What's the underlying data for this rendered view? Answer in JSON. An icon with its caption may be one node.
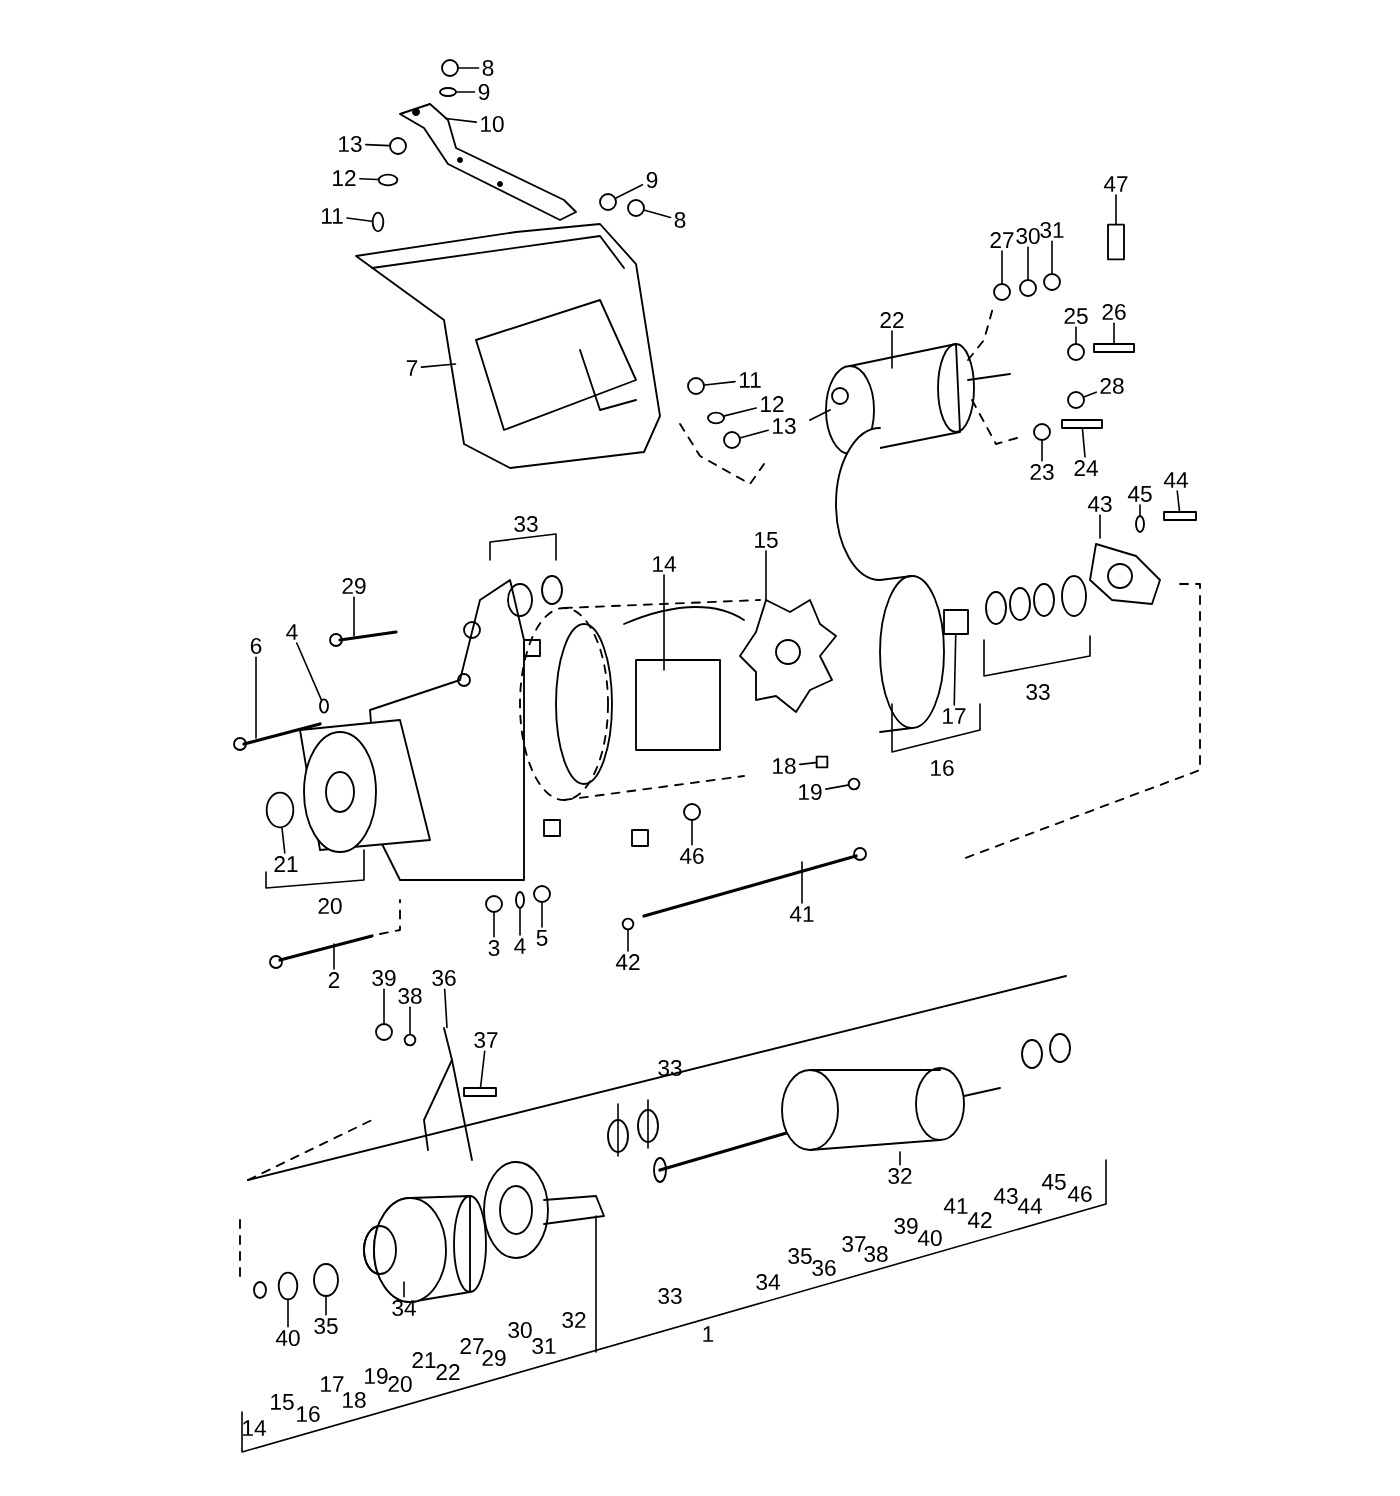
{
  "diagram": {
    "nodes": [
      {
        "text": [
          "8"
        ]
      },
      {
        "text": [
          "9"
        ]
      },
      {
        "text": [
          "10"
        ]
      },
      {
        "text": [
          "13"
        ]
      },
      {
        "text": [
          "12"
        ]
      },
      {
        "text": [
          "11"
        ]
      },
      {
        "text": [
          "9"
        ]
      },
      {
        "text": [
          "8"
        ]
      },
      {
        "text": [
          "7"
        ]
      },
      {
        "text": [
          "11"
        ]
      },
      {
        "text": [
          "12"
        ]
      },
      {
        "text": [
          "13"
        ]
      },
      {
        "text": [
          "22"
        ]
      },
      {
        "text": [
          "27"
        ]
      },
      {
        "text": [
          "30"
        ]
      },
      {
        "text": [
          "31"
        ]
      },
      {
        "text": [
          "47"
        ]
      },
      {
        "text": [
          "25"
        ]
      },
      {
        "text": [
          "26"
        ]
      },
      {
        "text": [
          "28"
        ]
      },
      {
        "text": [
          "23"
        ]
      },
      {
        "text": [
          "24"
        ]
      },
      {
        "text": [
          "43"
        ]
      },
      {
        "text": [
          "45"
        ]
      },
      {
        "text": [
          "44"
        ]
      },
      {
        "text": [
          "29"
        ]
      },
      {
        "text": [
          "6"
        ]
      },
      {
        "text": [
          "4"
        ]
      },
      {
        "text": [
          "14"
        ]
      },
      {
        "text": [
          "15"
        ]
      },
      {
        "text": [
          "18"
        ]
      },
      {
        "text": [
          "19"
        ]
      },
      {
        "text": [
          "46"
        ]
      },
      {
        "text": [
          "41"
        ]
      },
      {
        "text": [
          "42"
        ]
      },
      {
        "text": [
          "2"
        ]
      },
      {
        "text": [
          "3"
        ]
      },
      {
        "text": [
          "4"
        ]
      },
      {
        "text": [
          "5"
        ]
      },
      {
        "text": [
          "21"
        ]
      },
      {
        "text": [
          "17"
        ]
      },
      {
        "text": [
          "39"
        ]
      },
      {
        "text": [
          "38"
        ]
      },
      {
        "text": [
          "36"
        ]
      },
      {
        "text": [
          "37"
        ]
      },
      {
        "text": [
          "40"
        ]
      },
      {
        "text": [
          "35"
        ]
      },
      {
        "text": [
          "34"
        ]
      },
      {
        "text": [
          "32"
        ]
      },
      {
        "text": [],
        "shape": "circle"
      },
      {
        "text": [],
        "shape": "circle"
      },
      {
        "text": [],
        "shape": "circle"
      },
      {
        "text": [],
        "shape": "circle"
      },
      {
        "text": [],
        "shape": "circle"
      },
      {
        "text": [],
        "shape": "circle"
      },
      {
        "text": [],
        "shape": "circle"
      },
      {
        "text": [],
        "shape": "circle"
      },
      {
        "text": [],
        "shape": "circle"
      },
      {
        "text": [],
        "shape": "circle"
      },
      {
        "text": [],
        "shape": "circle"
      },
      {
        "text": [],
        "shape": "circle"
      },
      {
        "text": [],
        "shape": "circle"
      },
      {
        "text": [],
        "shape": "box"
      },
      {
        "text": [],
        "shape": "circle"
      },
      {
        "text": [],
        "shape": "box"
      },
      {
        "text": [],
        "shape": "circle"
      },
      {
        "text": [],
        "shape": "circle"
      },
      {
        "text": [],
        "shape": "box"
      },
      {
        "text": [],
        "shape": "circle"
      },
      {
        "text": [],
        "shape": "box"
      },
      {
        "text": [],
        "shape": "circle"
      },
      {
        "text": [],
        "shape": "box"
      },
      {
        "text": [],
        "shape": "circle"
      },
      {
        "text": [],
        "shape": "circle"
      },
      {
        "text": [],
        "shape": "circle"
      },
      {
        "text": [],
        "shape": "circle"
      },
      {
        "text": [],
        "shape": "circle"
      },
      {
        "text": [],
        "shape": "circle"
      },
      {
        "text": [],
        "shape": "circle"
      },
      {
        "text": [],
        "shape": "box"
      },
      {
        "text": [],
        "shape": "circle"
      },
      {
        "text": [],
        "shape": "circle"
      },
      {
        "text": [],
        "shape": "box"
      },
      {
        "text": [],
        "shape": "circle"
      },
      {
        "text": [],
        "shape": "circle"
      },
      {
        "text": [],
        "shape": "picture"
      },
      {
        "text": [],
        "shape": "picture"
      },
      {
        "text": [],
        "shape": "picture"
      }
    ],
    "edges": [
      {
        "from": 0,
        "to": 49,
        "arrow": "none"
      },
      {
        "from": 1,
        "to": 50,
        "arrow": "none"
      },
      {
        "from": 2,
        "to": 85,
        "arrow": "none"
      },
      {
        "from": 3,
        "to": 51,
        "arrow": "none"
      },
      {
        "from": 4,
        "to": 52,
        "arrow": "none"
      },
      {
        "from": 5,
        "to": 53,
        "arrow": "none"
      },
      {
        "from": 6,
        "to": 54,
        "arrow": "none"
      },
      {
        "from": 7,
        "to": 55,
        "arrow": "none"
      },
      {
        "from": 8,
        "to": 86,
        "arrow": "none"
      },
      {
        "from": 9,
        "to": 56,
        "arrow": "none"
      },
      {
        "from": 10,
        "to": 57,
        "arrow": "none"
      },
      {
        "from": 11,
        "to": 58,
        "arrow": "none"
      },
      {
        "from": 12,
        "to": null,
        "arrow": "none"
      },
      {
        "from": 13,
        "to": 59,
        "arrow": "none"
      },
      {
        "from": 14,
        "to": 60,
        "arrow": "none"
      },
      {
        "from": 15,
        "to": 61,
        "arrow": "none"
      },
      {
        "from": 16,
        "to": 62,
        "arrow": "none"
      },
      {
        "from": 17,
        "to": 63,
        "arrow": "none"
      },
      {
        "from": 18,
        "to": 64,
        "arrow": "none"
      },
      {
        "from": 19,
        "to": 65,
        "arrow": "none"
      },
      {
        "from": 20,
        "to": 66,
        "arrow": "none"
      },
      {
        "from": 21,
        "to": 67,
        "arrow": "none"
      },
      {
        "from": 22,
        "to": null,
        "arrow": "none"
      },
      {
        "from": 23,
        "to": 68,
        "arrow": "none"
      },
      {
        "from": 24,
        "to": 69,
        "arrow": "none"
      },
      {
        "from": 25,
        "to": null,
        "arrow": "none"
      },
      {
        "from": 26,
        "to": null,
        "arrow": "none"
      },
      {
        "from": 27,
        "to": 70,
        "arrow": "none"
      },
      {
        "from": 28,
        "to": null,
        "arrow": "none"
      },
      {
        "from": 29,
        "to": null,
        "arrow": "none"
      },
      {
        "from": 30,
        "to": 71,
        "arrow": "none"
      },
      {
        "from": 31,
        "to": 72,
        "arrow": "none"
      },
      {
        "from": 32,
        "to": 73,
        "arrow": "none"
      },
      {
        "from": 33,
        "to": null,
        "arrow": "none"
      },
      {
        "from": 34,
        "to": 74,
        "arrow": "none"
      },
      {
        "from": 35,
        "to": null,
        "arrow": "none"
      },
      {
        "from": 36,
        "to": 75,
        "arrow": "none"
      },
      {
        "from": 37,
        "to": 76,
        "arrow": "none"
      },
      {
        "from": 38,
        "to": 77,
        "arrow": "none"
      },
      {
        "from": 39,
        "to": 78,
        "arrow": "none"
      },
      {
        "from": 40,
        "to": 79,
        "arrow": "none"
      },
      {
        "from": 41,
        "to": 80,
        "arrow": "none"
      },
      {
        "from": 42,
        "to": 81,
        "arrow": "none"
      },
      {
        "from": 43,
        "to": 87,
        "arrow": "none"
      },
      {
        "from": 44,
        "to": 82,
        "arrow": "none"
      },
      {
        "from": 45,
        "to": 83,
        "arrow": "none"
      },
      {
        "from": 46,
        "to": 84,
        "arrow": "none"
      },
      {
        "from": 47,
        "to": null,
        "arrow": "none"
      },
      {
        "from": 48,
        "to": null,
        "arrow": "none"
      }
    ],
    "labels": [
      "33",
      "20",
      "16",
      "33",
      "33",
      "14",
      "15",
      "16",
      "17",
      "18",
      "19",
      "20",
      "21",
      "22",
      "27",
      "29",
      "30",
      "31",
      "32",
      "33",
      "1",
      "34",
      "35",
      "36",
      "37",
      "38",
      "39",
      "40",
      "41",
      "42",
      "43",
      "44",
      "45",
      "46"
    ]
  }
}
